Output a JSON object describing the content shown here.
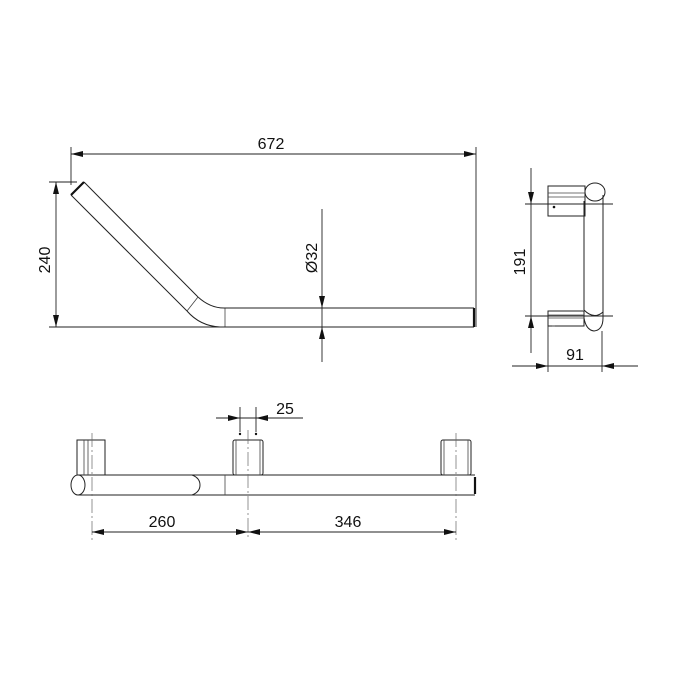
{
  "drawing": {
    "title": "Angled grab bar technical drawing",
    "stroke_color": "#222222",
    "background": "#ffffff"
  },
  "views": {
    "front_view": {
      "overall_length_label": "672",
      "height_label": "240",
      "tube_diameter_label": "Ø32"
    },
    "side_view": {
      "mount_spacing_label": "191",
      "projection_label": "91"
    },
    "top_view": {
      "bracket_width_label": "25",
      "left_spacing_label": "260",
      "right_spacing_label": "346"
    }
  }
}
